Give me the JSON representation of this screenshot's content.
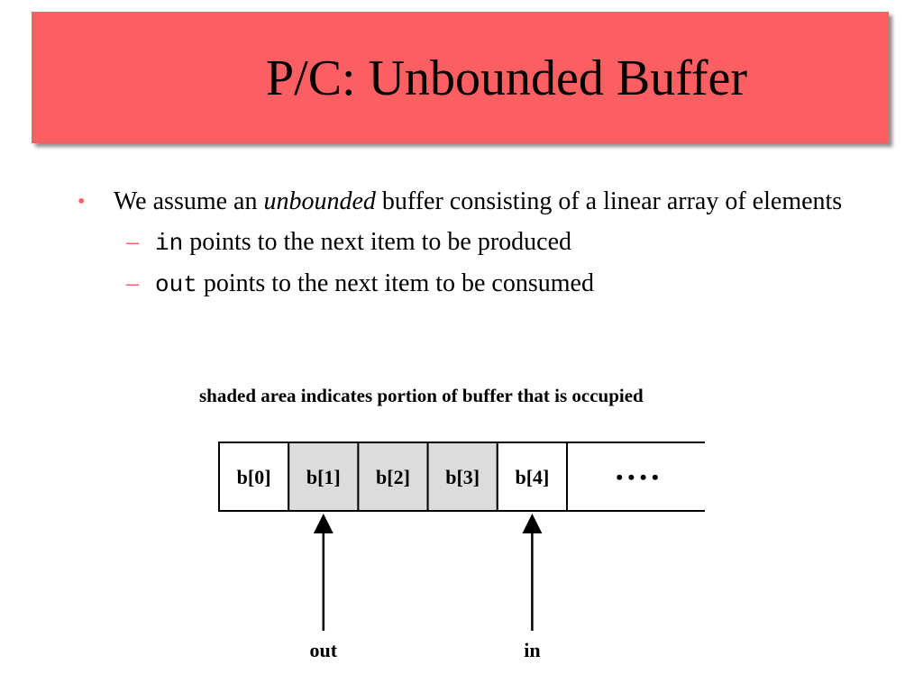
{
  "slide": {
    "title": "P/C: Unbounded Buffer",
    "bullet": {
      "text_before": "We assume  an ",
      "emphasis": "unbounded",
      "text_after": " buffer  consisting of a linear array of elements"
    },
    "sub_bullets": [
      {
        "code": "in",
        "text": " points to the next item to be produced"
      },
      {
        "code": "out",
        "text": " points to the next item to be consumed"
      }
    ],
    "caption": "shaded area indicates portion of buffer that is occupied"
  },
  "diagram": {
    "cells": [
      {
        "label": "b[0]",
        "shaded": false
      },
      {
        "label": "b[1]",
        "shaded": true
      },
      {
        "label": "b[2]",
        "shaded": true
      },
      {
        "label": "b[3]",
        "shaded": true
      },
      {
        "label": "b[4]",
        "shaded": false
      }
    ],
    "ellipsis": "• • • •",
    "out_label": "out",
    "in_label": "in",
    "out_index": 1,
    "in_index": 4
  },
  "colors": {
    "banner": "#fc5f61",
    "bullet": "#fc5f61",
    "shade": "#dcdcdc"
  }
}
